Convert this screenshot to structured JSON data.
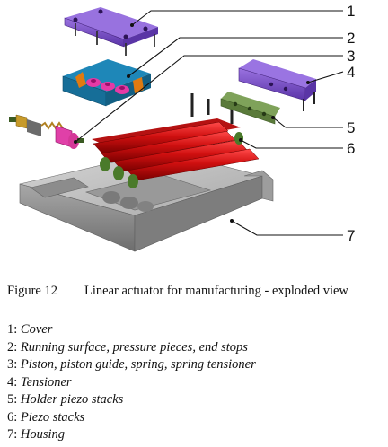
{
  "figure": {
    "callouts": [
      "1",
      "2",
      "3",
      "4",
      "5",
      "6",
      "7"
    ]
  },
  "caption": {
    "label": "Figure 12",
    "text": "Linear actuator for manufacturing - exploded view"
  },
  "legend": [
    {
      "num": "1:",
      "desc": "Cover"
    },
    {
      "num": "2:",
      "desc": "Running surface, pressure pieces, end stops"
    },
    {
      "num": "3:",
      "desc": "Piston, piston guide, spring, spring tensioner"
    },
    {
      "num": "4:",
      "desc": "Tensioner"
    },
    {
      "num": "5:",
      "desc": "Holder piezo stacks"
    },
    {
      "num": "6:",
      "desc": "Piezo stacks"
    },
    {
      "num": "7:",
      "desc": "Housing"
    }
  ]
}
